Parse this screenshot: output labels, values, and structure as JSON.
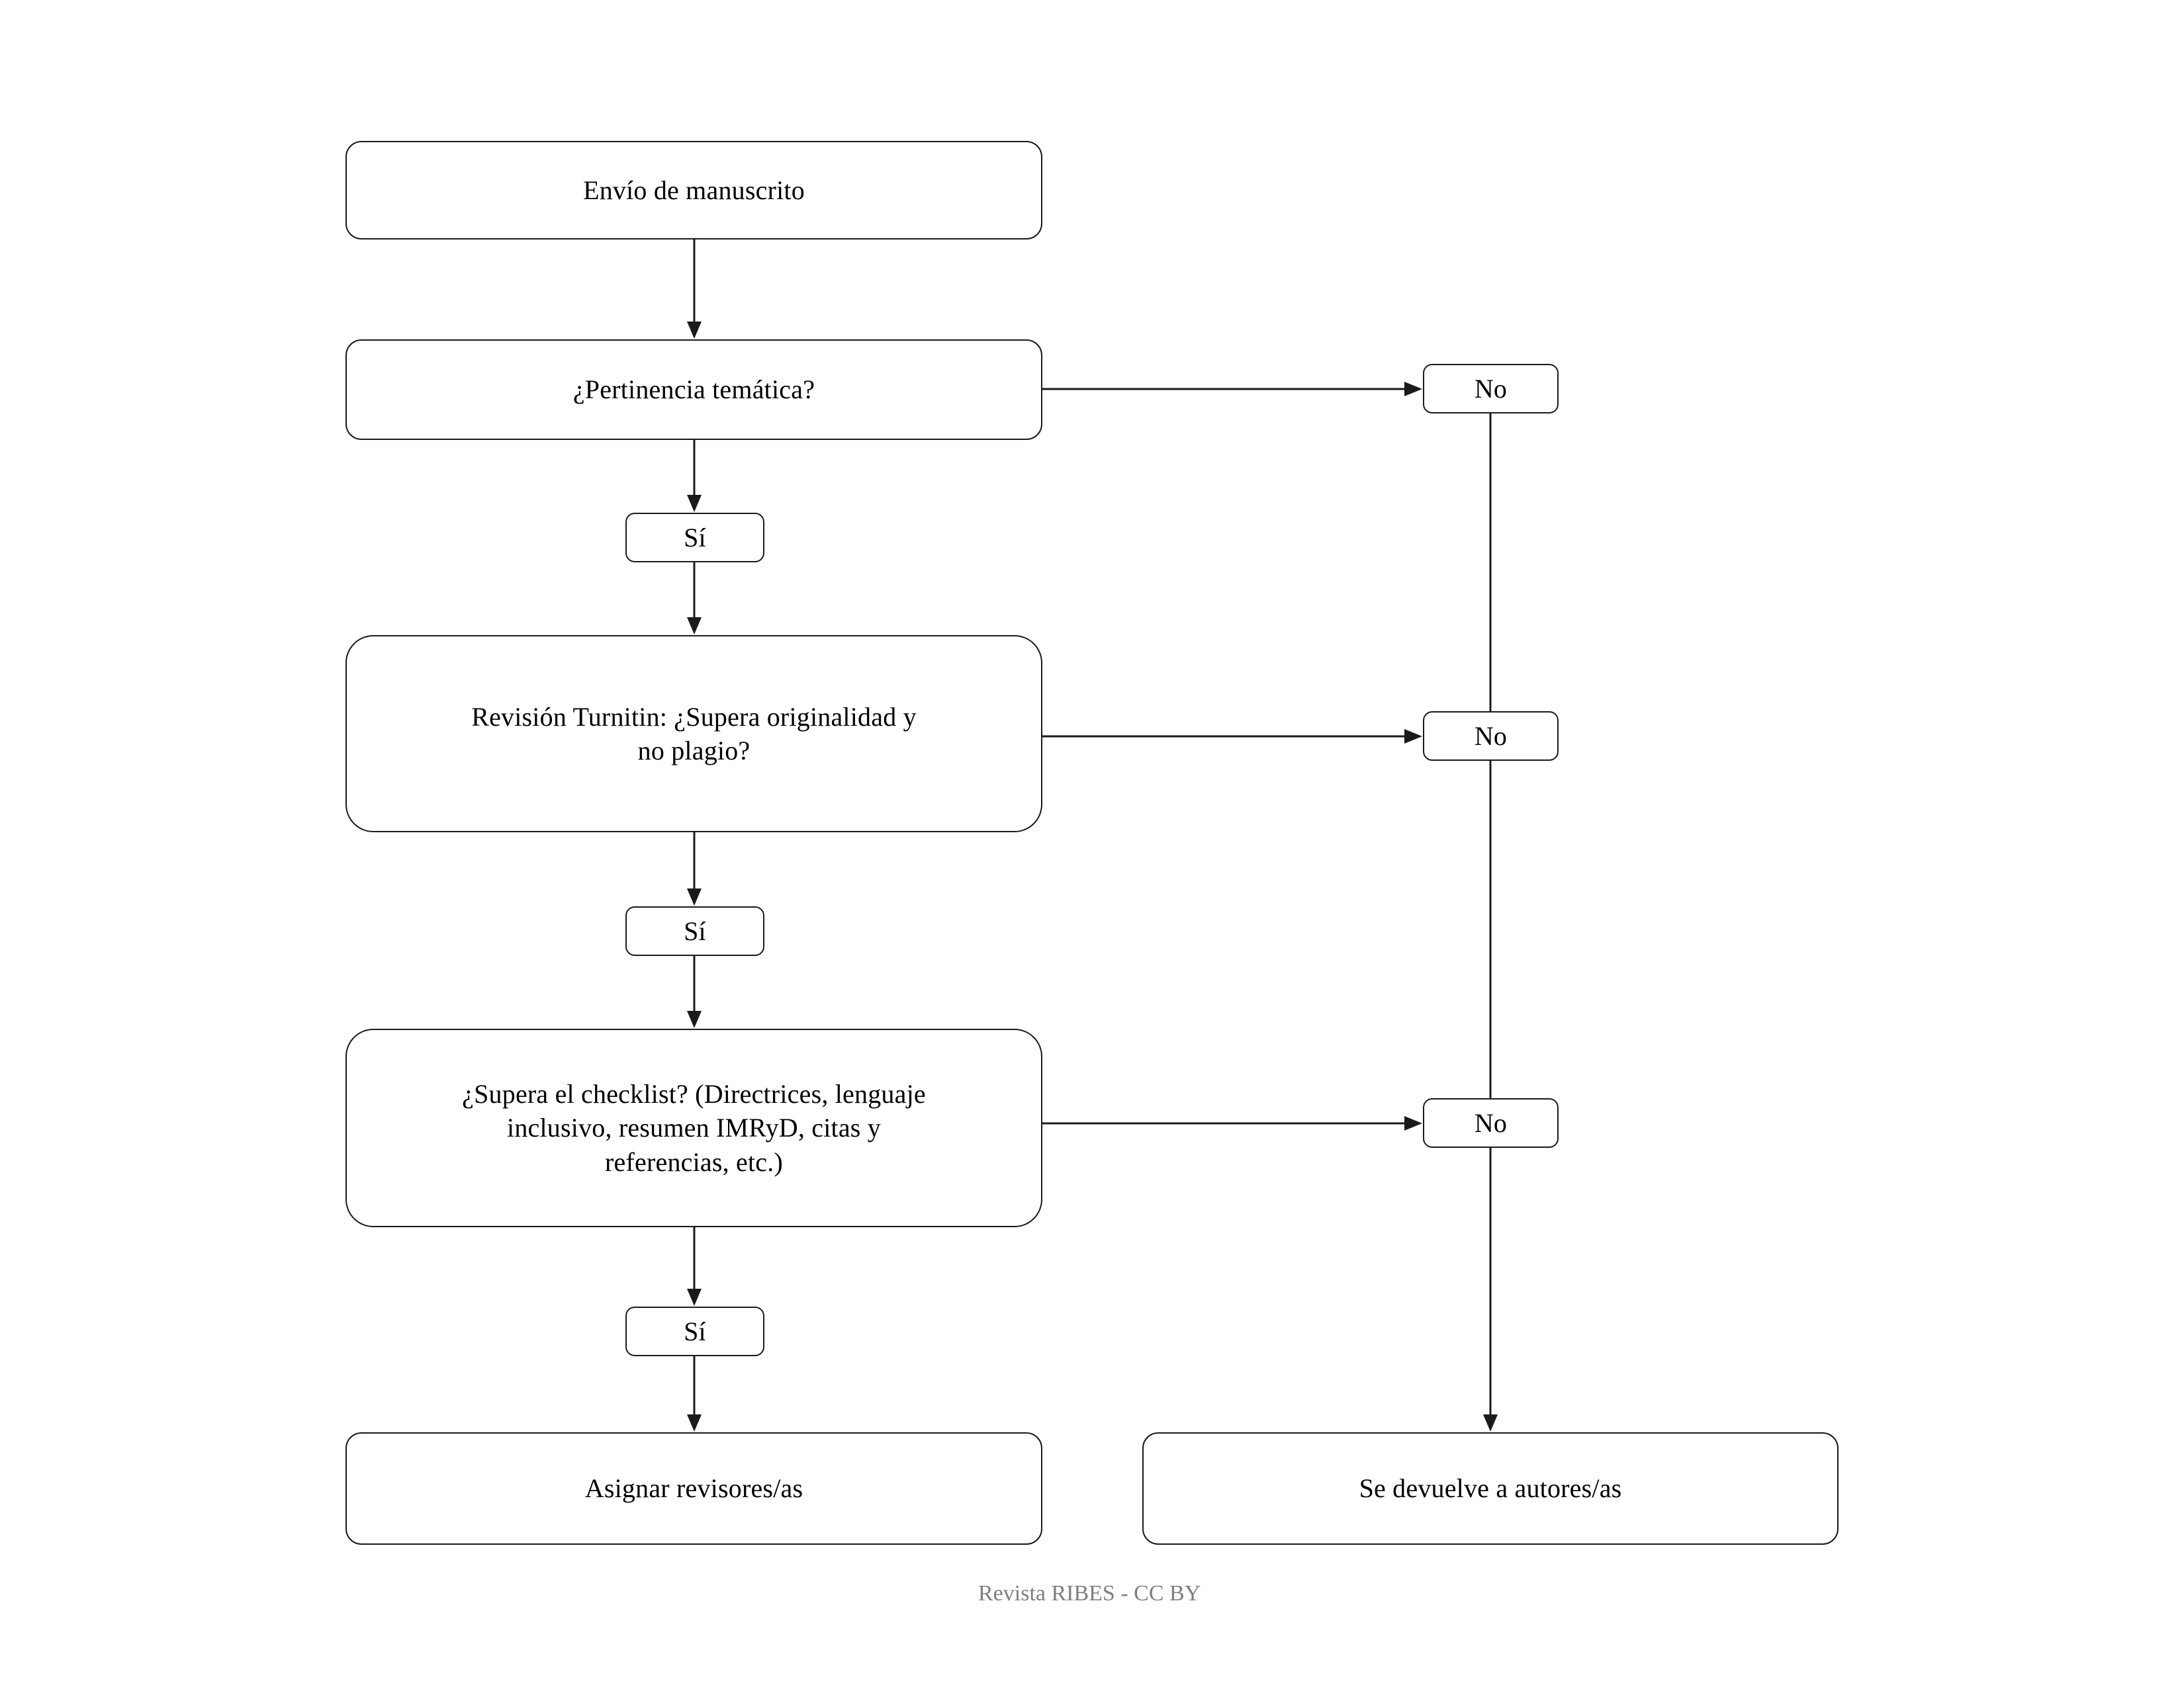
{
  "diagram": {
    "title_caption": "Revista RIBES - CC BY",
    "colors": {
      "node_border": "#1a1a1a",
      "node_fill": "#ffffff",
      "edge": "#1a1a1a",
      "text": "#000000",
      "caption_text": "#7f7f7f",
      "background": "#ffffff"
    },
    "nodes": {
      "submission": "Envío de manuscrito",
      "topic_relevance": "¿Pertinencia temática?",
      "yes_1": "Sí",
      "turnitin": "Revisión Turnitin: ¿Supera originalidad y no plagio?",
      "yes_2": "Sí",
      "checklist": "¿Supera el checklist? (Directrices, lenguaje inclusivo, resumen IMRyD, citas y referencias, etc.)",
      "yes_3": "Sí",
      "assign_reviewers": "Asignar revisores/as",
      "no_1": "No",
      "no_2": "No",
      "no_3": "No",
      "returned": "Se devuelve a autores/as"
    },
    "turnitin_lines": [
      "Revisión Turnitin: ¿Supera originalidad y",
      "no plagio?"
    ],
    "checklist_lines": [
      "¿Supera el checklist? (Directrices, lenguaje",
      "inclusivo, resumen IMRyD, citas y",
      "referencias, etc.)"
    ]
  }
}
